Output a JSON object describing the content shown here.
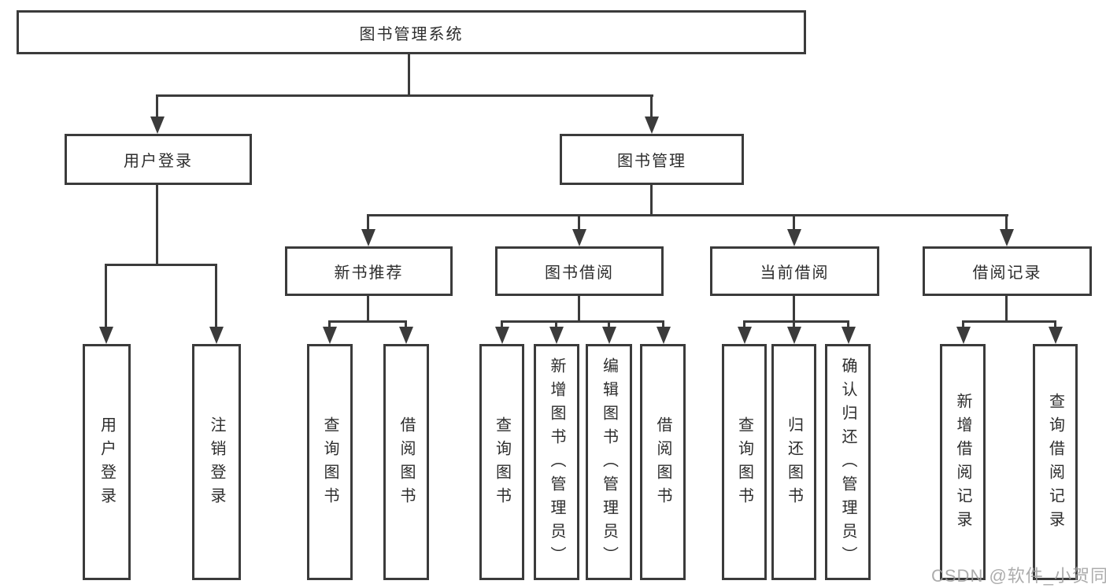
{
  "tree": {
    "root": {
      "label": "图书管理系统",
      "children": [
        {
          "label": "用户登录",
          "children": [
            {
              "label": "用户登录"
            },
            {
              "label": "注销登录"
            }
          ]
        },
        {
          "label": "图书管理",
          "children": [
            {
              "label": "新书推荐",
              "children": [
                {
                  "label": "查询图书"
                },
                {
                  "label": "借阅图书"
                }
              ]
            },
            {
              "label": "图书借阅",
              "children": [
                {
                  "label": "查询图书"
                },
                {
                  "label": "新增图书（管理员）"
                },
                {
                  "label": "编辑图书（管理员）"
                },
                {
                  "label": "借阅图书"
                }
              ]
            },
            {
              "label": "当前借阅",
              "children": [
                {
                  "label": "查询图书"
                },
                {
                  "label": "归还图书"
                },
                {
                  "label": "确认归还（管理员）"
                }
              ]
            },
            {
              "label": "借阅记录",
              "children": [
                {
                  "label": "新增借阅记录"
                },
                {
                  "label": "查询借阅记录"
                }
              ]
            }
          ]
        }
      ]
    }
  },
  "watermark": {
    "text": "CSDN @软件_小贺同学"
  },
  "colors": {
    "line": "#3b3b3b",
    "text": "#2d2d2d",
    "watermark": "#9e9e9e",
    "background": "#ffffff"
  }
}
